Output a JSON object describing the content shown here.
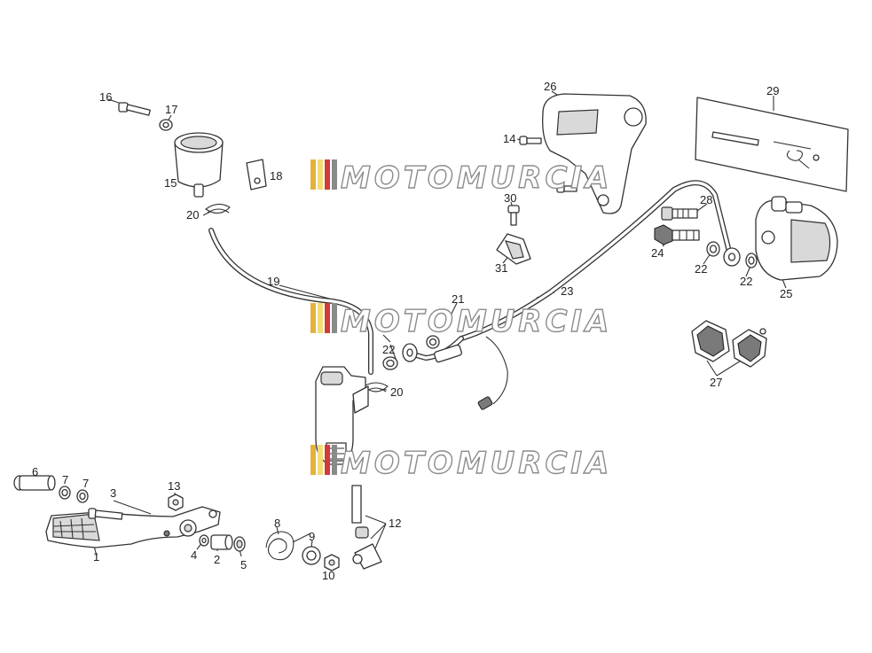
{
  "watermark": {
    "text": "MOTOMURCIA",
    "stripe_colors": [
      "#e3b23c",
      "#f2dc78",
      "#d23a3a",
      "#8a8a8a"
    ]
  },
  "labels": {
    "p1": "1",
    "p2": "2",
    "p3": "3",
    "p4": "4",
    "p5": "5",
    "p6": "6",
    "p7a": "7",
    "p7b": "7",
    "p8": "8",
    "p9": "9",
    "p10": "10",
    "p12": "12",
    "p13": "13",
    "p14": "14",
    "p15": "15",
    "p16": "16",
    "p17": "17",
    "p18": "18",
    "p19": "19",
    "p20a": "20",
    "p20b": "20",
    "p21": "21",
    "p22a": "22",
    "p22b": "22",
    "p22c": "22",
    "p23": "23",
    "p24": "24",
    "p25": "25",
    "p26": "26",
    "p27": "27",
    "p28": "28",
    "p29": "29",
    "p30": "30",
    "p31": "31"
  }
}
